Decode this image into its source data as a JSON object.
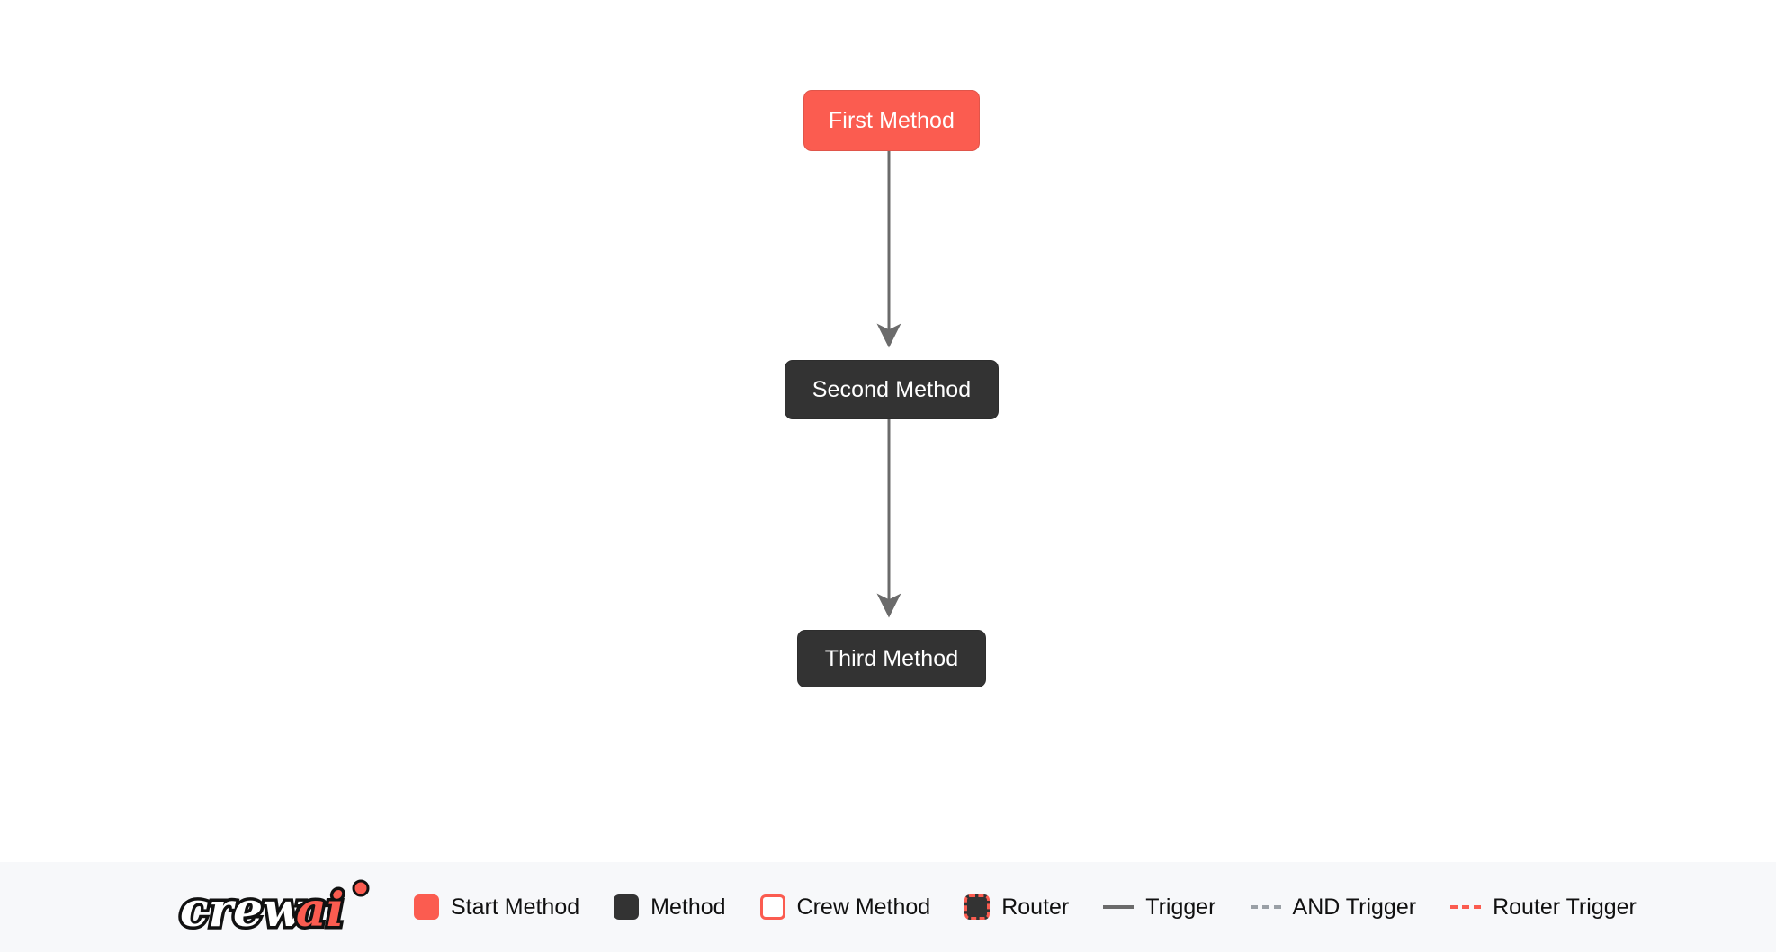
{
  "canvas": {
    "background_color": "#ffffff",
    "nodes": [
      {
        "id": "first",
        "label": "First Method",
        "type": "start-method",
        "fill": "#FB5C50",
        "text_color": "#ffffff"
      },
      {
        "id": "second",
        "label": "Second Method",
        "type": "method",
        "fill": "#333333",
        "text_color": "#ffffff"
      },
      {
        "id": "third",
        "label": "Third Method",
        "type": "method",
        "fill": "#333333",
        "text_color": "#ffffff"
      }
    ],
    "edges": [
      {
        "from": "first",
        "to": "second",
        "style": "trigger",
        "color": "#6b6b6b",
        "arrow": "filled-concave"
      },
      {
        "from": "second",
        "to": "third",
        "style": "trigger",
        "color": "#6b6b6b",
        "arrow": "filled-concave"
      }
    ]
  },
  "legend": {
    "background_color": "#f7f8fa",
    "logo": {
      "name": "crewai-logo",
      "text_primary": "crew",
      "text_accent": "ai",
      "accent_color": "#FB5C50"
    },
    "items": [
      {
        "label": "Start Method",
        "marker": "swatch",
        "color": "#FB5C50"
      },
      {
        "label": "Method",
        "marker": "swatch",
        "color": "#333333"
      },
      {
        "label": "Crew Method",
        "marker": "swatch-outline",
        "color": "#FB5C50"
      },
      {
        "label": "Router",
        "marker": "swatch-dashed",
        "color": "#FB5C50"
      },
      {
        "label": "Trigger",
        "marker": "line-solid",
        "color": "#6b6b6b"
      },
      {
        "label": "AND Trigger",
        "marker": "line-dashed",
        "color": "#9aa0a6"
      },
      {
        "label": "Router Trigger",
        "marker": "line-dashed",
        "color": "#FB5C50"
      }
    ]
  }
}
